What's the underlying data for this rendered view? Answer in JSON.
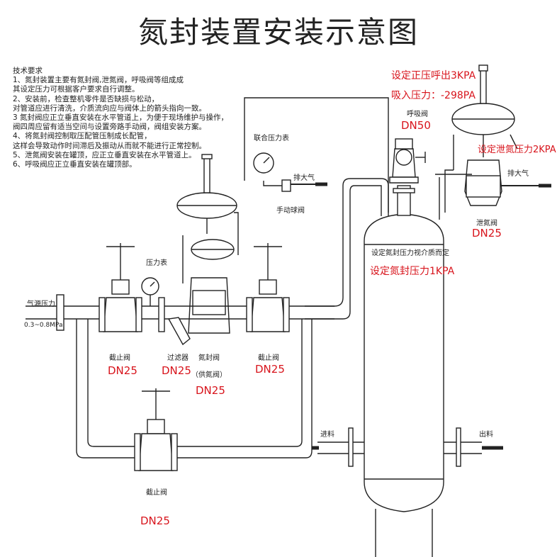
{
  "title": "氮封装置安装示意图",
  "requirements": {
    "heading": "技术要求",
    "lines": [
      "1、氮封装置主要有氮封阀,泄氮阀，呼吸阀等组成成",
      "其设定压力可根据客户要求自行调整。",
      "2、安装前，检查整机零件是否缺损与松动，",
      "对管道应进行清洗，介质流向应与阀体上的箭头指向一致。",
      "3 氮封阀应正立垂直安装在水平管道上，为便于现场维护与操作，",
      "阀四周应留有适当空间与设置旁路手动阀，阀组安装方案。",
      "4、将氮封阀控制取压配管压制成长配管，",
      "这样会导致动作时间滞后及振动从而就不能进行正常控制。",
      "5、泄氮阀安装在罐顶，应正立垂直安装在水平管道上。",
      "6、呼吸阀应正立垂直安装在罐顶部。"
    ]
  },
  "labels": {
    "breather_pressure": "设定正压呼出3KPA",
    "breather_vacuum": "吸入压力：-298PA",
    "breather_valve": "呼吸阀",
    "breather_dn": "DN50",
    "relief_setting": "设定泄氮压力2KPA",
    "vent_right": "排大气",
    "relief_valve": "泄氮阀",
    "relief_dn": "DN25",
    "gauge_top": "联合压力表",
    "vent_left": "排大气",
    "ball_valve": "手动球阀",
    "tank_note": "设定氮封压力视介质而定",
    "tank_setting": "设定氮封压力1KPA",
    "gauge_label": "压力表",
    "gas_source": "气源压力",
    "gas_range": "0.3~0.8MPa",
    "globe_left": "截止阀",
    "globe_left_dn": "DN25",
    "strainer": "过滤器",
    "strainer_dn": "DN25",
    "nitrogen_valve": "氮封阀",
    "nitrogen_sub": "（供氮阀）",
    "nitrogen_dn": "DN25",
    "globe_right": "截止阀",
    "globe_right_dn": "DN25",
    "bypass_valve": "截止阀",
    "bypass_dn": "DN25",
    "inlet": "进料",
    "outlet": "出料"
  },
  "colors": {
    "red": "#d8141c",
    "line": "#222222"
  }
}
